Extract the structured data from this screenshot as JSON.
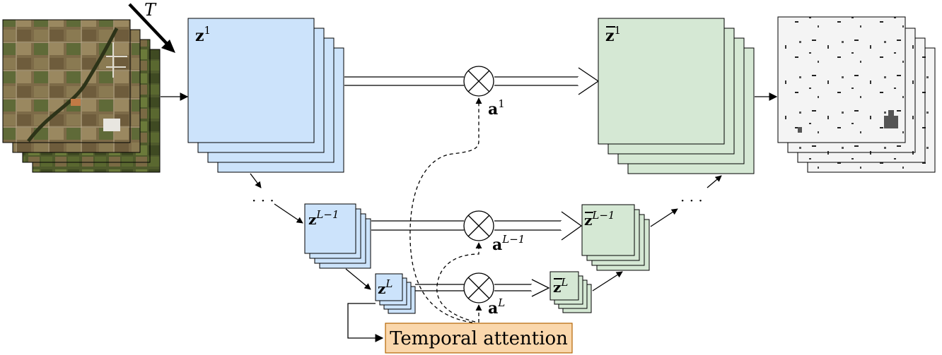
{
  "labels": {
    "t_axis": "T",
    "z1_base": "z",
    "z1_sup": "1",
    "zL1_base": "z",
    "zL1_sup": "L−1",
    "zL_base": "z",
    "zL_sup": "L",
    "zb1_base": "z",
    "zb1_sup": "1",
    "zbL1_base": "z",
    "zbL1_sup": "L−1",
    "zbL_base": "z",
    "zbL_sup": "L",
    "a1_base": "a",
    "a1_sup": "1",
    "aL1_base": "a",
    "aL1_sup": "L−1",
    "aL_base": "a",
    "aL_sup": "L",
    "ellipsis_left": "· · ·",
    "ellipsis_right": "· · ·",
    "temporal_attention": "Temporal attention"
  },
  "colors": {
    "encoder_fill": "#cce3fb",
    "decoder_fill": "#d5e8d4",
    "attention_fill": "#fad7ac",
    "attention_stroke": "#b46504",
    "output_fill": "#f4f4f4",
    "satellite_base": "#7a6a4a"
  }
}
